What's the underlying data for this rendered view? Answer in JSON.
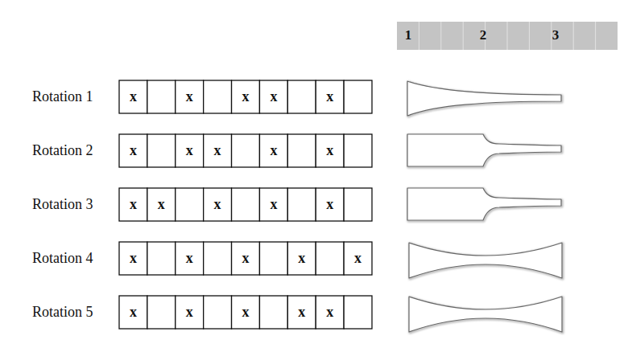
{
  "diagram": {
    "labels": [
      "1",
      "2",
      "3",
      "Rotation 1",
      "x",
      "x",
      "x",
      "x",
      "x",
      "Rotation 2",
      "x",
      "x",
      "x",
      "x",
      "x",
      "Rotation 3",
      "x",
      "x",
      "x",
      "x",
      "x",
      "Rotation 4",
      "x",
      "x",
      "x",
      "x",
      "x",
      "Rotation 5",
      "x",
      "x",
      "x",
      "x",
      "x"
    ]
  }
}
